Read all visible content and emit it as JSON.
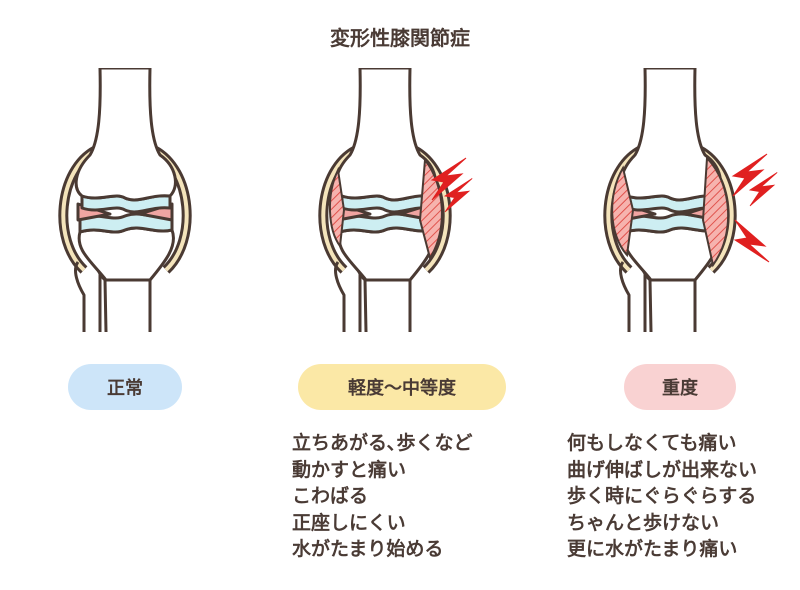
{
  "title": "変形性膝関節症",
  "stages": [
    {
      "label": "正常",
      "color": "#cde5f9",
      "symptoms": []
    },
    {
      "label": "軽度〜中等度",
      "color": "#fbe8a6",
      "symptoms": [
        "立ちあがる､歩くなど",
        "動かすと痛い",
        "こわばる",
        "正座しにくい",
        "水がたまり始める"
      ]
    },
    {
      "label": "重度",
      "color": "#f9d2d2",
      "symptoms": [
        "何もしなくても痛い",
        "曲げ伸ばしが出来ない",
        "歩く時にぐらぐらする",
        "ちゃんと歩けない",
        "更に水がたまり痛い"
      ]
    }
  ],
  "colors": {
    "outline": "#4a3a33",
    "cartilage": "#cdeef2",
    "meniscus": "#f0a5a2",
    "capsule": "#f4e4bb",
    "pain": "#e02020"
  }
}
